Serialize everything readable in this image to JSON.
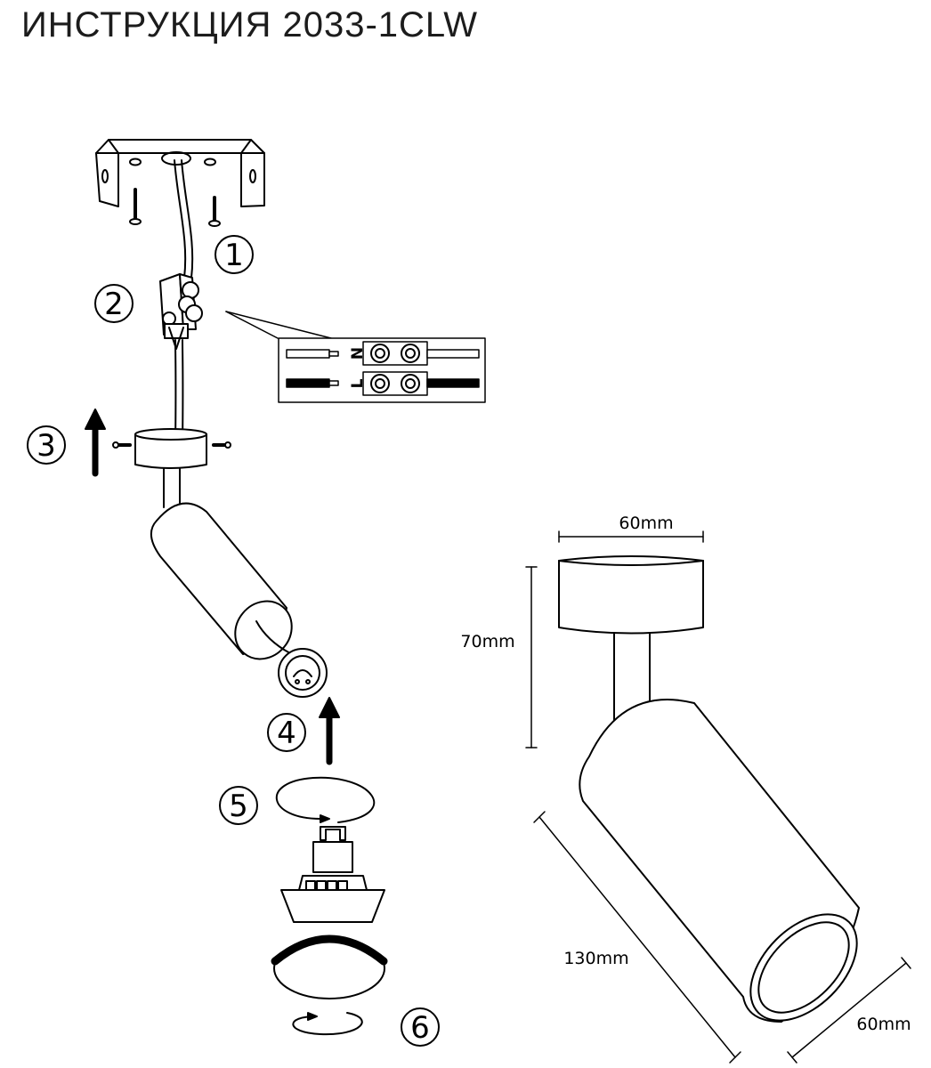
{
  "document": {
    "title": "ИНСТРУКЦИЯ 2033-1CLW"
  },
  "steps": [
    {
      "label": "1"
    },
    {
      "label": "2"
    },
    {
      "label": "3"
    },
    {
      "label": "4"
    },
    {
      "label": "5"
    },
    {
      "label": "6"
    }
  ],
  "wiring": {
    "neutral_label": "N",
    "live_label": "L"
  },
  "dimensions": {
    "base_width": "60mm",
    "base_height": "70mm",
    "body_length": "130mm",
    "body_diameter": "60mm"
  },
  "colors": {
    "ink": "#000000",
    "background": "#ffffff",
    "title": "#1c1c1c"
  }
}
